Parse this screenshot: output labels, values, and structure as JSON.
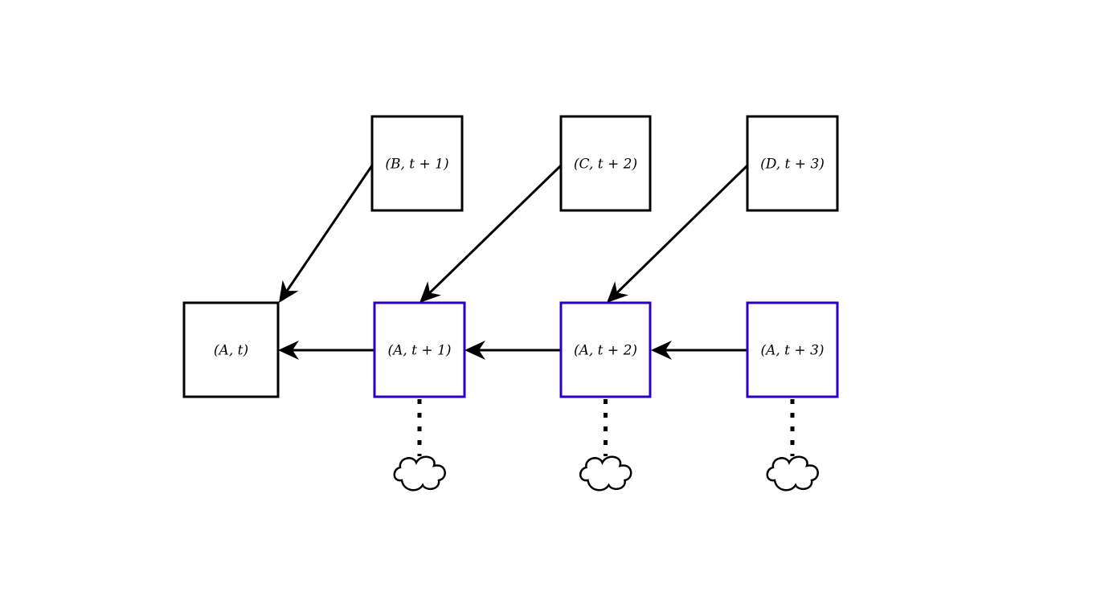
{
  "colors": {
    "default_stroke": "#000000",
    "highlight_stroke": "#2a00c4"
  },
  "nodes": [
    {
      "id": "B_t1",
      "label": "(B, t + 1)",
      "highlighted": false
    },
    {
      "id": "C_t2",
      "label": "(C, t + 2)",
      "highlighted": false
    },
    {
      "id": "D_t3",
      "label": "(D, t + 3)",
      "highlighted": false
    },
    {
      "id": "A_t",
      "label": "(A, t)",
      "highlighted": false
    },
    {
      "id": "A_t1",
      "label": "(A, t + 1)",
      "highlighted": true
    },
    {
      "id": "A_t2",
      "label": "(A, t + 2)",
      "highlighted": true
    },
    {
      "id": "A_t3",
      "label": "(A, t + 3)",
      "highlighted": true
    }
  ],
  "edges": [
    {
      "from": "B_t1",
      "to": "A_t"
    },
    {
      "from": "C_t2",
      "to": "A_t1"
    },
    {
      "from": "D_t3",
      "to": "A_t2"
    },
    {
      "from": "A_t1",
      "to": "A_t"
    },
    {
      "from": "A_t2",
      "to": "A_t1"
    },
    {
      "from": "A_t3",
      "to": "A_t2"
    }
  ],
  "clouds": [
    {
      "attached_to": "A_t1",
      "icon": "cloud-icon"
    },
    {
      "attached_to": "A_t2",
      "icon": "cloud-icon"
    },
    {
      "attached_to": "A_t3",
      "icon": "cloud-icon"
    }
  ]
}
